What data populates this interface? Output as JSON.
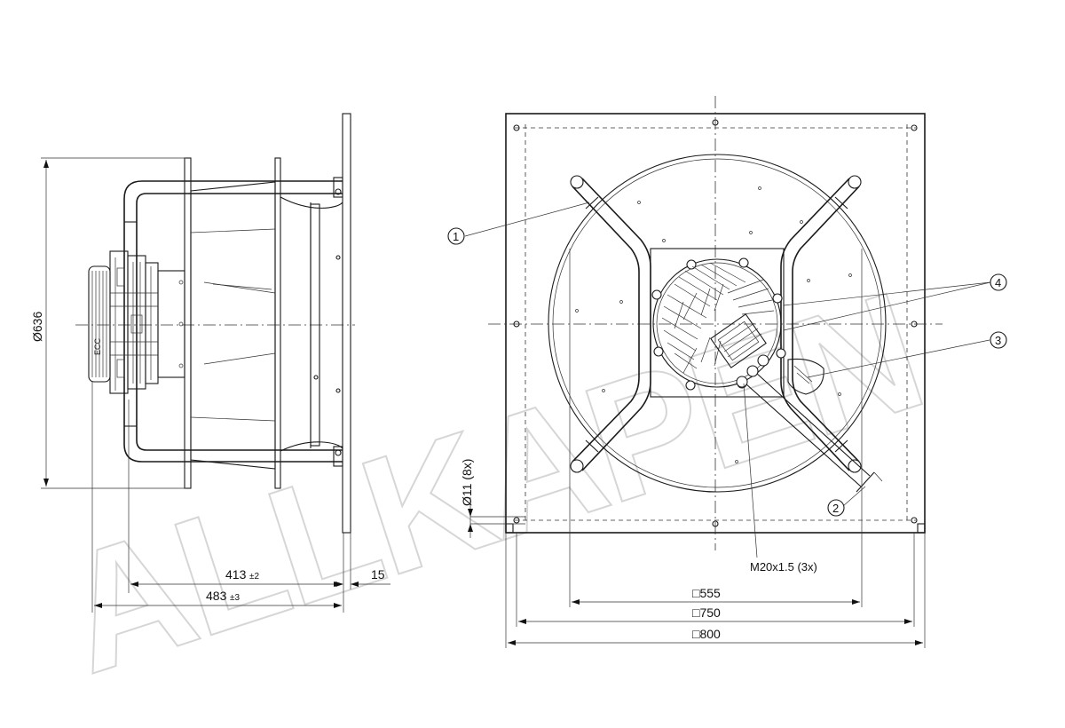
{
  "watermark": "ALLKAPEN",
  "side_view": {
    "diameter_label": "Ø636",
    "depth_label": "413",
    "depth_tol": "±2",
    "overall_label": "483",
    "overall_tol": "±3",
    "plate_label": "15"
  },
  "front_view": {
    "hole_label": "Ø11 (8x)",
    "thread_label": "M20x1.5 (3x)",
    "dim_555": "555",
    "dim_750": "750",
    "dim_800": "800",
    "square_symbol": "□"
  },
  "callouts": [
    "1",
    "2",
    "3",
    "4"
  ]
}
